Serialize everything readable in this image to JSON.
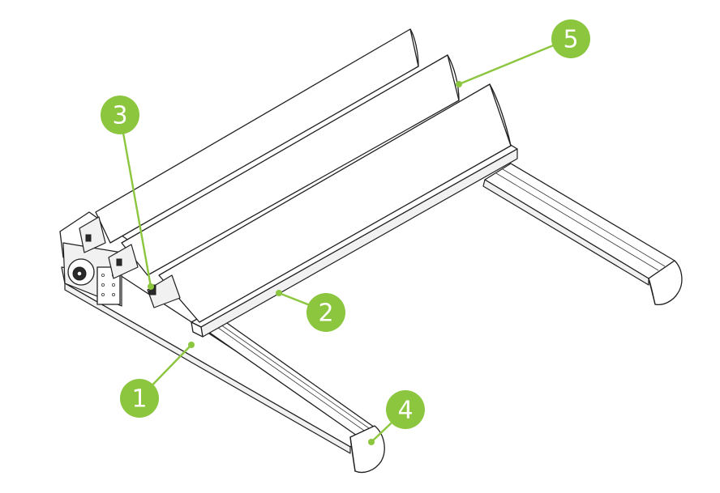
{
  "accent_color": "#8cc63f",
  "callouts": [
    {
      "label": "1"
    },
    {
      "label": "2"
    },
    {
      "label": "3"
    },
    {
      "label": "4"
    },
    {
      "label": "5"
    }
  ]
}
